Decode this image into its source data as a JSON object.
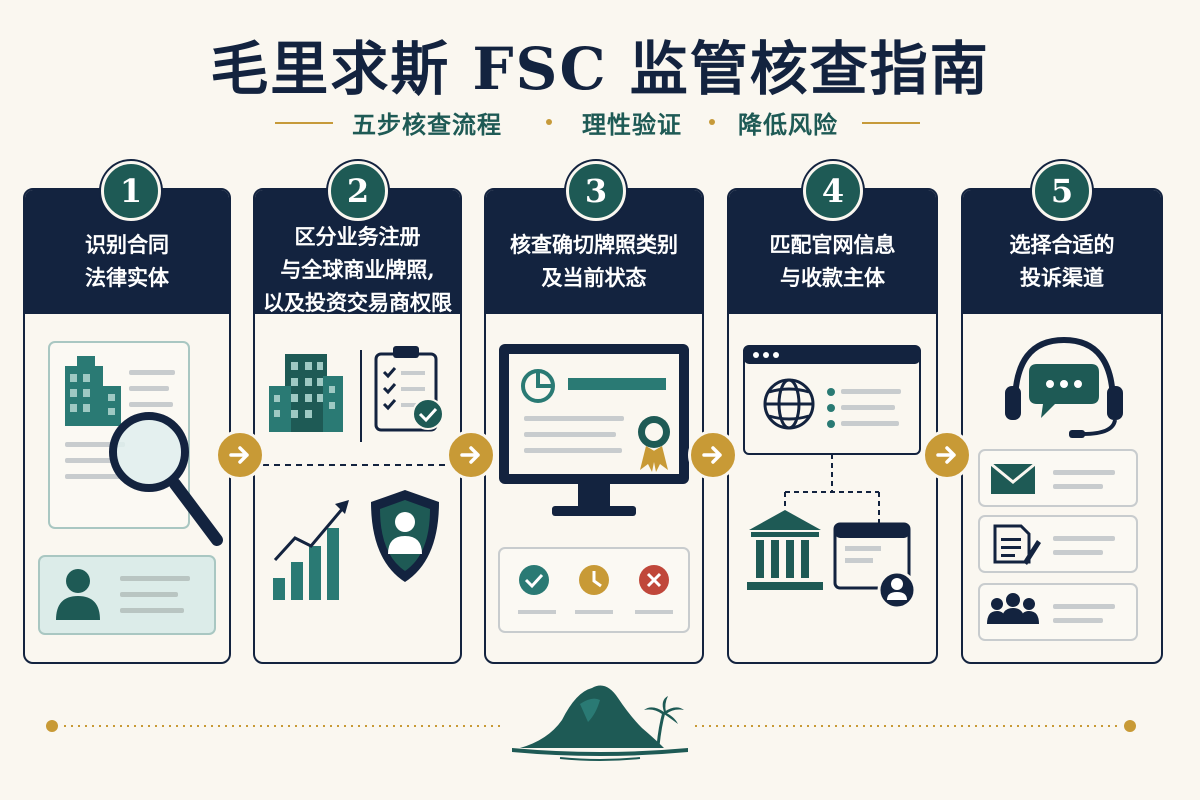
{
  "title": "毛里求斯 FSC 监管核查指南",
  "subtitle": {
    "part1": "五步核查流程",
    "part2": "理性验证",
    "part3": "降低风险"
  },
  "steps": [
    {
      "number": "1",
      "lines": [
        "识别合同",
        "法律实体"
      ]
    },
    {
      "number": "2",
      "lines": [
        "区分业务注册",
        "与全球商业牌照,",
        "以及投资交易商权限"
      ]
    },
    {
      "number": "3",
      "lines": [
        "核查确切牌照类别",
        "及当前状态"
      ]
    },
    {
      "number": "4",
      "lines": [
        "匹配官网信息",
        "与收款主体"
      ]
    },
    {
      "number": "5",
      "lines": [
        "选择合适的",
        "投诉渠道"
      ]
    }
  ],
  "colors": {
    "navy": "#13233f",
    "teal": "#1e5a55",
    "gold": "#c89a36",
    "background": "#faf7f0"
  }
}
